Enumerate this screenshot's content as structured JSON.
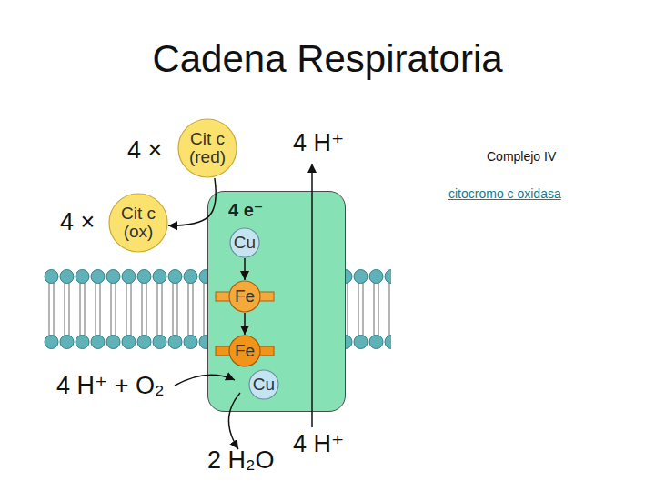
{
  "diagram": {
    "title": "Cadena Respiratoria",
    "nodes": [
      {
        "text": [
          "Cit c (red)"
        ]
      },
      {
        "text": [
          "Cit c (ox)"
        ]
      },
      {
        "text": [
          "4 e⁻"
        ]
      },
      {
        "text": [
          "Cu"
        ],
        "in": 2
      },
      {
        "text": [
          "Fe"
        ],
        "in": 2
      },
      {
        "text": [
          "Fe"
        ],
        "in": 2
      },
      {
        "text": [
          "Cu"
        ],
        "in": 2
      }
    ],
    "edges": [
      {
        "from": 0,
        "to": 1,
        "arrow": "to"
      },
      {
        "from": 3,
        "to": 4,
        "arrow": "to"
      },
      {
        "from": 4,
        "to": 5,
        "arrow": "to"
      }
    ],
    "labels": [
      "4 ×",
      "4 ×",
      "4 H⁺",
      "4 H⁺ + O₂",
      "2 H₂O",
      "4 H⁺",
      "Complejo IV",
      "citocromo c oxidasa"
    ]
  }
}
